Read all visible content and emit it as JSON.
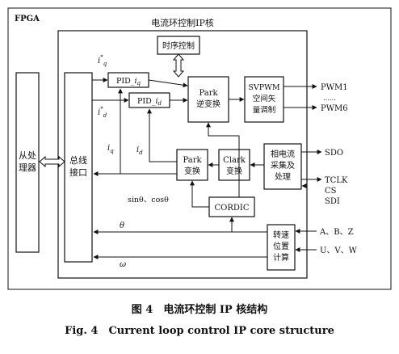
{
  "diagram": {
    "fpga_label": "FPGA",
    "ip_core_title": "电流环控制IP核",
    "blocks": {
      "slave_processor": [
        "从处",
        "理器"
      ],
      "bus_interface": [
        "总线",
        "接口"
      ],
      "timing_control": "时序控制",
      "pid_iq": "PID_iq",
      "pid_id": "PID_id",
      "park_inverse": [
        "Park",
        "逆变换"
      ],
      "svpwm": [
        "SVPWM",
        "空间矢",
        "量调制"
      ],
      "park": [
        "Park",
        "变换"
      ],
      "clark": [
        "Clark",
        "变换"
      ],
      "current_sampling": [
        "相电流",
        "采集及",
        "处理"
      ],
      "cordic": "CORDIC",
      "speed_position": [
        "转速",
        "位置",
        "计算"
      ]
    },
    "signals": {
      "iq_ref": "iq*",
      "id_ref": "id*",
      "iq": "iq",
      "id": "id",
      "sincos": "sinθ、cosθ",
      "theta": "θ",
      "omega": "ω"
    },
    "ports": {
      "pwm1": "PWM1",
      "pwm_dots": "……",
      "pwm6": "PWM6",
      "sdo": "SDO",
      "tclk": "TCLK",
      "cs": "CS",
      "sdi": "SDI",
      "abz": "A、B、Z",
      "uvw": "U、V、W"
    }
  },
  "caption": {
    "cn": "图 4　电流环控制 IP 核结构",
    "en": "Fig. 4　Current loop control IP core structure"
  }
}
